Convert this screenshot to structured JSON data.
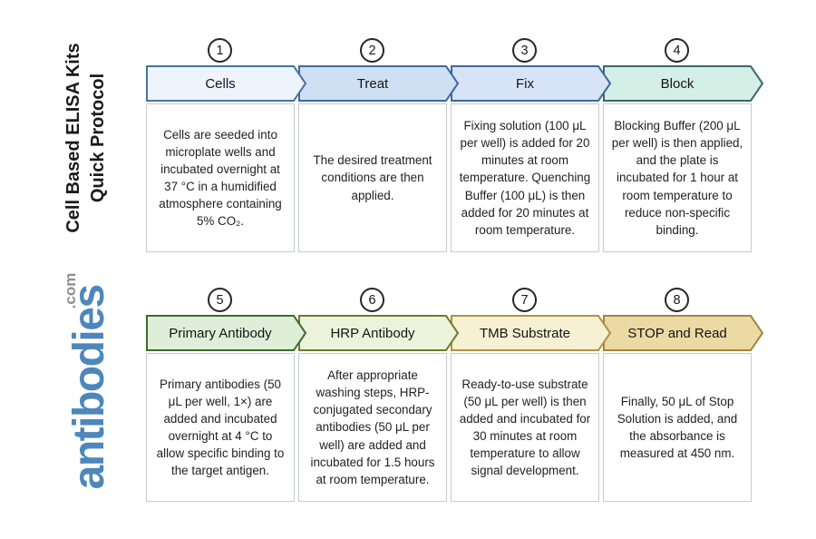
{
  "branding": {
    "title_line1": "Cell Based ELISA Kits",
    "title_line2": "Quick Protocol",
    "logo": "antibodies",
    "logo_tld": ".com"
  },
  "colors": {
    "logo_blue": "#4d87bb",
    "tld_gray": "#8e8e8e",
    "body_text": "#1f1f1f",
    "box_border": "#c7cad3"
  },
  "steps": [
    {
      "number": "1",
      "label": "Cells",
      "fill": "#eef4fb",
      "border": "#47739e",
      "description": "Cells are seeded into microplate wells and incubated overnight at 37 °C in a humidified atmosphere containing 5% CO₂."
    },
    {
      "number": "2",
      "label": "Treat",
      "fill": "#cfdff4",
      "border": "#3f689e",
      "description": "The desired treatment conditions are then applied."
    },
    {
      "number": "3",
      "label": "Fix",
      "fill": "#d7e4f7",
      "border": "#3f689e",
      "description": "Fixing solution (100 μL per well) is added for 20 minutes at room temperature. Quenching Buffer (100 μL) is then added for 20 minutes at room temperature."
    },
    {
      "number": "4",
      "label": "Block",
      "fill": "#d4efe5",
      "border": "#3a686b",
      "description": "Blocking Buffer (200 μL per well) is then applied, and the plate is incubated for 1 hour at room temperature to reduce non-specific binding."
    },
    {
      "number": "5",
      "label": "Primary Antibody",
      "fill": "#dfeed8",
      "border": "#3c6b2d",
      "description": "Primary antibodies (50 μL per well, 1×) are added and incubated overnight at 4 °C to allow specific binding to the target antigen."
    },
    {
      "number": "6",
      "label": "HRP Antibody",
      "fill": "#edf3da",
      "border": "#6f7a2d",
      "description": "After appropriate washing steps, HRP-conjugated secondary antibodies (50 μL per well) are added and incubated for 1.5 hours at room temperature."
    },
    {
      "number": "7",
      "label": "TMB Substrate",
      "fill": "#f5f1d2",
      "border": "#ae9343",
      "description": "Ready-to-use substrate (50 μL per well) is then added and incubated for 30 minutes at room temperature to allow signal development."
    },
    {
      "number": "8",
      "label": "STOP and Read",
      "fill": "#ebdaa4",
      "border": "#a5853a",
      "description": "Finally, 50 μL of Stop Solution is added, and the absorbance is measured at 450 nm."
    }
  ]
}
